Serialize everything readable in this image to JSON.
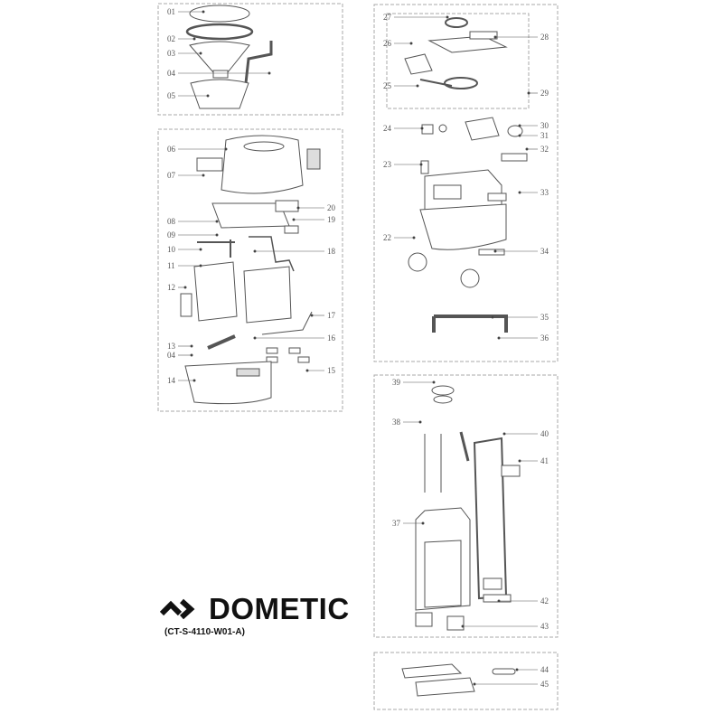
{
  "brand": {
    "name": "DOMETIC",
    "document_code": "(CT-S-4110-W01-A)"
  },
  "panels": [
    {
      "id": "funnel-assembly",
      "labels": [
        "01",
        "02",
        "03",
        "04",
        "05"
      ]
    },
    {
      "id": "base-assembly",
      "labels": [
        "06",
        "07",
        "08",
        "09",
        "10",
        "11",
        "12",
        "13",
        "04",
        "14",
        "20",
        "19",
        "18",
        "17",
        "16",
        "15"
      ]
    },
    {
      "id": "tank-assembly",
      "labels": [
        "27",
        "26",
        "25",
        "28",
        "29",
        "24",
        "23",
        "22",
        "30",
        "31",
        "32",
        "33",
        "34",
        "35",
        "36"
      ]
    },
    {
      "id": "cover-assembly",
      "labels": [
        "39",
        "38",
        "37",
        "40",
        "41",
        "42",
        "43"
      ]
    },
    {
      "id": "accessories",
      "labels": [
        "44",
        "45"
      ]
    }
  ],
  "colors": {
    "line": "#555555",
    "frame": "#999999",
    "text": "#111111"
  }
}
